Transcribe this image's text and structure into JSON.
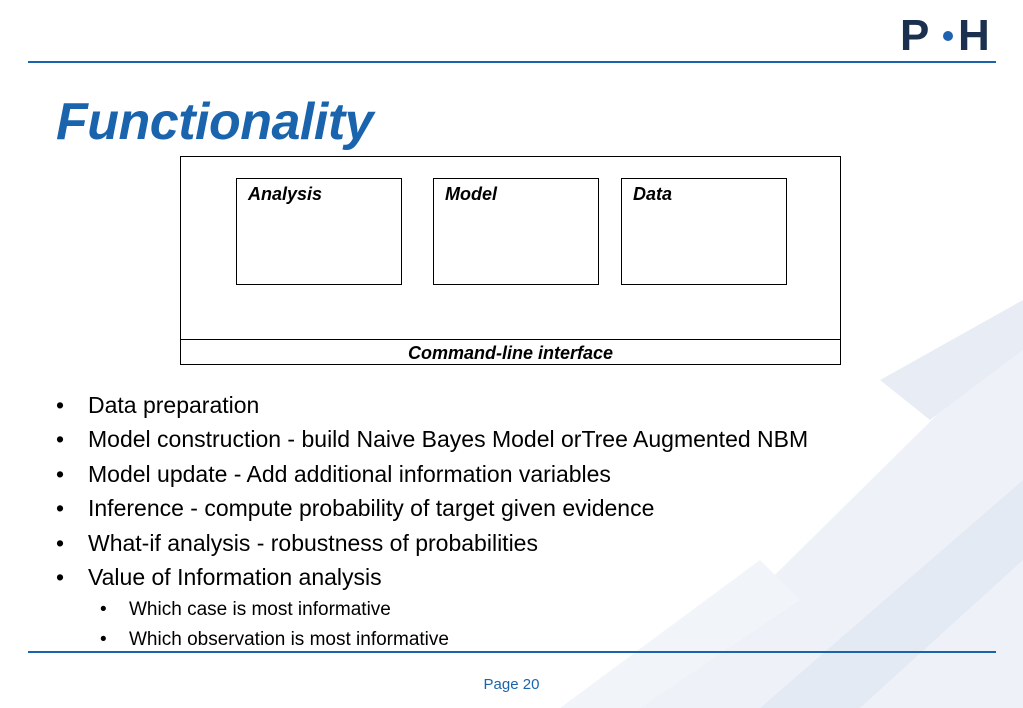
{
  "slide": {
    "title": "Functionality",
    "page_label": "Page 20"
  },
  "logo": {
    "left": "P",
    "right": "H"
  },
  "colors": {
    "accent": "#1a64ae",
    "logo_dark": "#1b2f4e",
    "logo_blue": "#1f63b0",
    "decor_light": "#eef2f8"
  },
  "diagram": {
    "modules": [
      {
        "label": "Analysis"
      },
      {
        "label": "Model"
      },
      {
        "label": "Data"
      }
    ],
    "interface_label": "Command-line interface"
  },
  "bullets": [
    "Data preparation",
    "Model construction - build Naive Bayes Model orTree Augmented NBM",
    "Model update - Add additional information variables",
    "Inference - compute probability of target given evidence",
    "What-if analysis - robustness of probabilities",
    "Value of Information analysis"
  ],
  "sub_bullets": [
    "Which case is most informative",
    "Which observation is most informative"
  ],
  "bullet_glyph": "•"
}
